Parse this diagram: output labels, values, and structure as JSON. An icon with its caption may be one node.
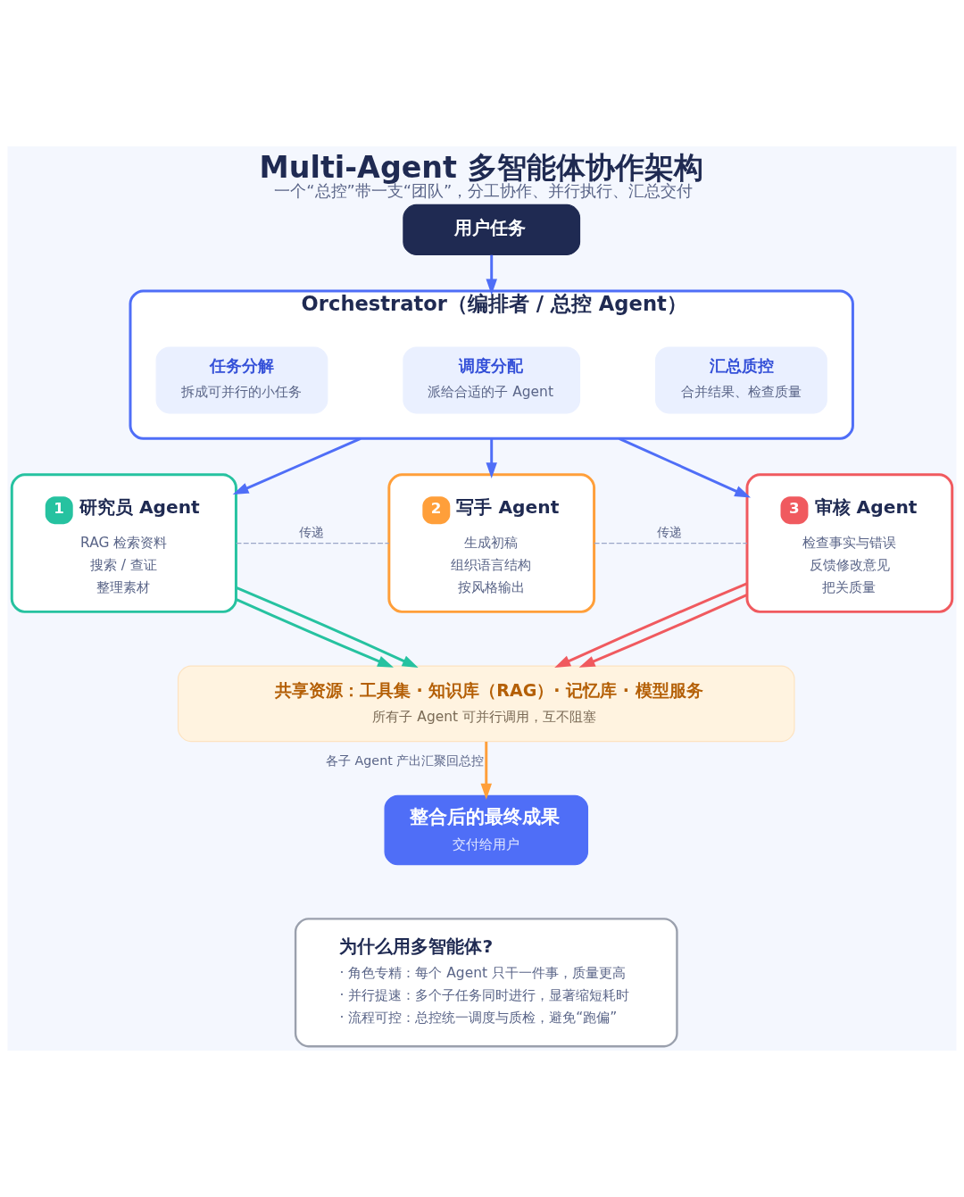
{
  "diagram": {
    "title": "Multi-Agent 多智能体协作架构",
    "caption": "一个“总控”带一支“团队”，分工协作、并行执行、汇总交付",
    "nodes": [
      {
        "text": [
          "用户任务"
        ]
      },
      {
        "text": [
          "Orchestrator（编排者 / 总控 Agent）"
        ]
      },
      {
        "text": [
          "任务分解",
          "拆成可并行的小任务"
        ],
        "in": 1
      },
      {
        "text": [
          "调度分配",
          "派给合适的子 Agent"
        ],
        "in": 1
      },
      {
        "text": [
          "汇总质控",
          "合并结果、检查质量"
        ],
        "in": 1
      },
      {
        "text": [
          "1",
          "研究员 Agent",
          "RAG 检索资料",
          "搜索 / 查证",
          "整理素材"
        ]
      },
      {
        "text": [
          "2",
          "写手 Agent",
          "生成初稿",
          "组织语言结构",
          "按风格输出"
        ]
      },
      {
        "text": [
          "3",
          "审核 Agent",
          "检查事实与错误",
          "反馈修改意见",
          "把关质量"
        ]
      },
      {
        "text": [
          "共享资源：工具集 · 知识库（RAG）· 记忆库 · 模型服务",
          "所有子 Agent 可并行调用，互不阻塞"
        ]
      },
      {
        "text": [
          "整合后的最终成果",
          "交付给用户"
        ]
      },
      {
        "text": [
          "为什么用多智能体?",
          "· 角色专精：每个 Agent 只干一件事，质量更高",
          "· 并行提速：多个子任务同时进行，显著缩短耗时",
          "· 流程可控：总控统一调度与质检，避免“跑偏”"
        ]
      }
    ],
    "edges": [
      {
        "from": 0,
        "to": 1,
        "arrow": "to"
      },
      {
        "from": 1,
        "to": 5,
        "arrow": "to"
      },
      {
        "from": 1,
        "to": 6,
        "arrow": "to"
      },
      {
        "from": 1,
        "to": 7,
        "arrow": "to"
      },
      {
        "from": 5,
        "to": 6,
        "arrow": "none",
        "label": "传递",
        "style": "dashed",
        "color": "#9aa6c8"
      },
      {
        "from": 6,
        "to": 7,
        "arrow": "none",
        "label": "传递",
        "style": "dashed",
        "color": "#9aa6c8"
      },
      {
        "from": 5,
        "to": 8,
        "arrow": "to",
        "color": "#26c2a0"
      },
      {
        "from": 5,
        "to": 8,
        "arrow": "to",
        "color": "#26c2a0"
      },
      {
        "from": 7,
        "to": 8,
        "arrow": "to",
        "color": "#f05a5f"
      },
      {
        "from": 7,
        "to": 8,
        "arrow": "to",
        "color": "#f05a5f"
      },
      {
        "from": 8,
        "to": 9,
        "arrow": "to",
        "label": "各子 Agent 产出汇聚回总控",
        "color": "#ff9f3a"
      }
    ]
  }
}
